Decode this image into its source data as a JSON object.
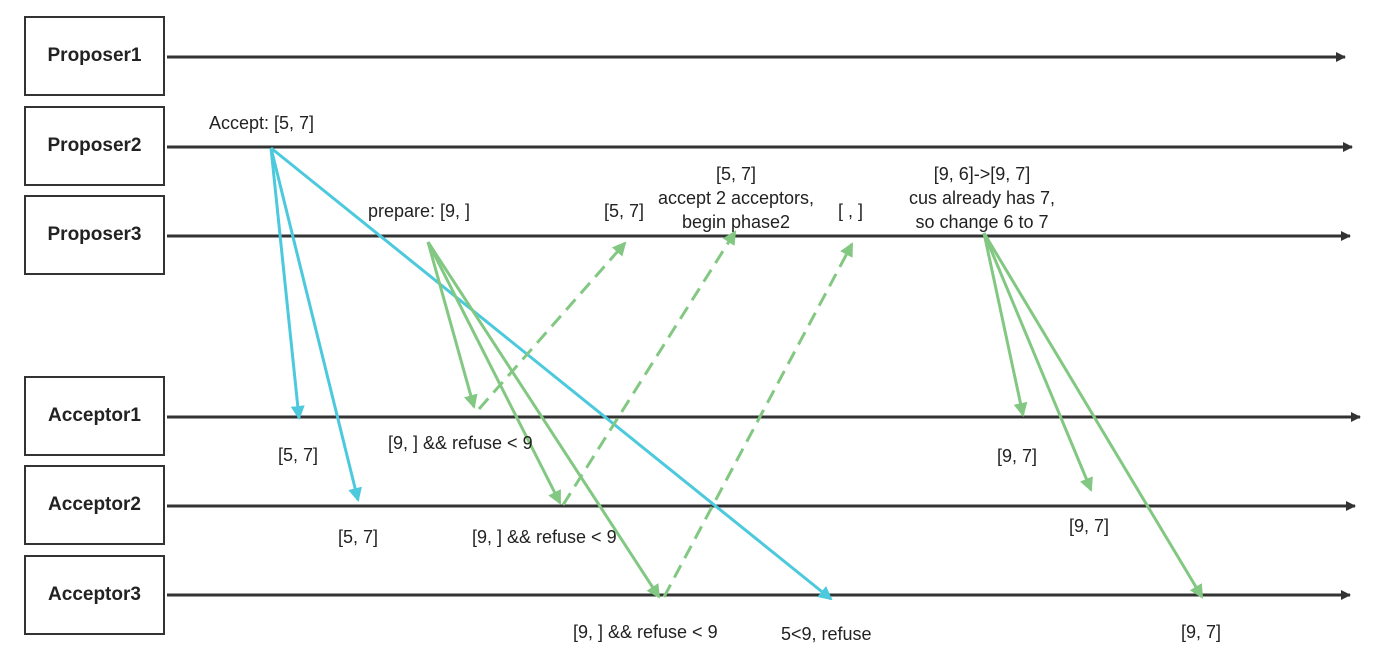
{
  "actors": {
    "proposer1": "Proposer1",
    "proposer2": "Proposer2",
    "proposer3": "Proposer3",
    "acceptor1": "Acceptor1",
    "acceptor2": "Acceptor2",
    "acceptor3": "Acceptor3"
  },
  "labels": {
    "accept_msg": "Accept: [5, 7]",
    "prepare_msg": "prepare: [9, ]",
    "p3_reply1": "[5, 7]",
    "p3_reply2_line1": "[5, 7]",
    "p3_reply2_line2": "accept 2 acceptors,",
    "p3_reply2_line3": "begin phase2",
    "p3_reply3": "[ , ]",
    "p3_change_line1": "[9, 6]->[9, 7]",
    "p3_change_line2": "cus already has 7,",
    "p3_change_line3": "so change 6 to 7",
    "a1_accept": "[5, 7]",
    "a2_accept": "[5, 7]",
    "a1_prepare": "[9, ] && refuse < 9",
    "a2_prepare": "[9, ] && refuse < 9",
    "a3_prepare": "[9, ] && refuse < 9",
    "a3_refuse": "5<9, refuse",
    "a1_final": "[9, 7]",
    "a2_final": "[9, 7]",
    "a3_final": "[9, 7]"
  },
  "colors": {
    "timeline": "#333333",
    "accept_arrow": "#4cc9dd",
    "prepare_arrow": "#82c882"
  }
}
